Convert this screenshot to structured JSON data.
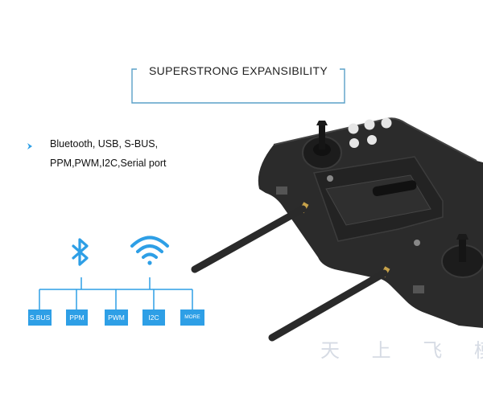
{
  "title": "SUPERSTRONG EXPANSIBILITY",
  "features": {
    "line1": "Bluetooth, USB, S-BUS,",
    "line2": "PPM,PWM,I2C,Serial port"
  },
  "ports": [
    "S.BUS",
    "PPM",
    "PWM",
    "I2C",
    "MORE"
  ],
  "icons": {
    "bluetooth": "bluetooth-icon",
    "wifi": "wifi-icon",
    "bullet": "chevron-right-icon"
  },
  "watermark": "天 上 飞 模",
  "colors": {
    "accent": "#2e9fe6",
    "frame": "#5aa0c8",
    "controller": "#2b2b2b"
  }
}
